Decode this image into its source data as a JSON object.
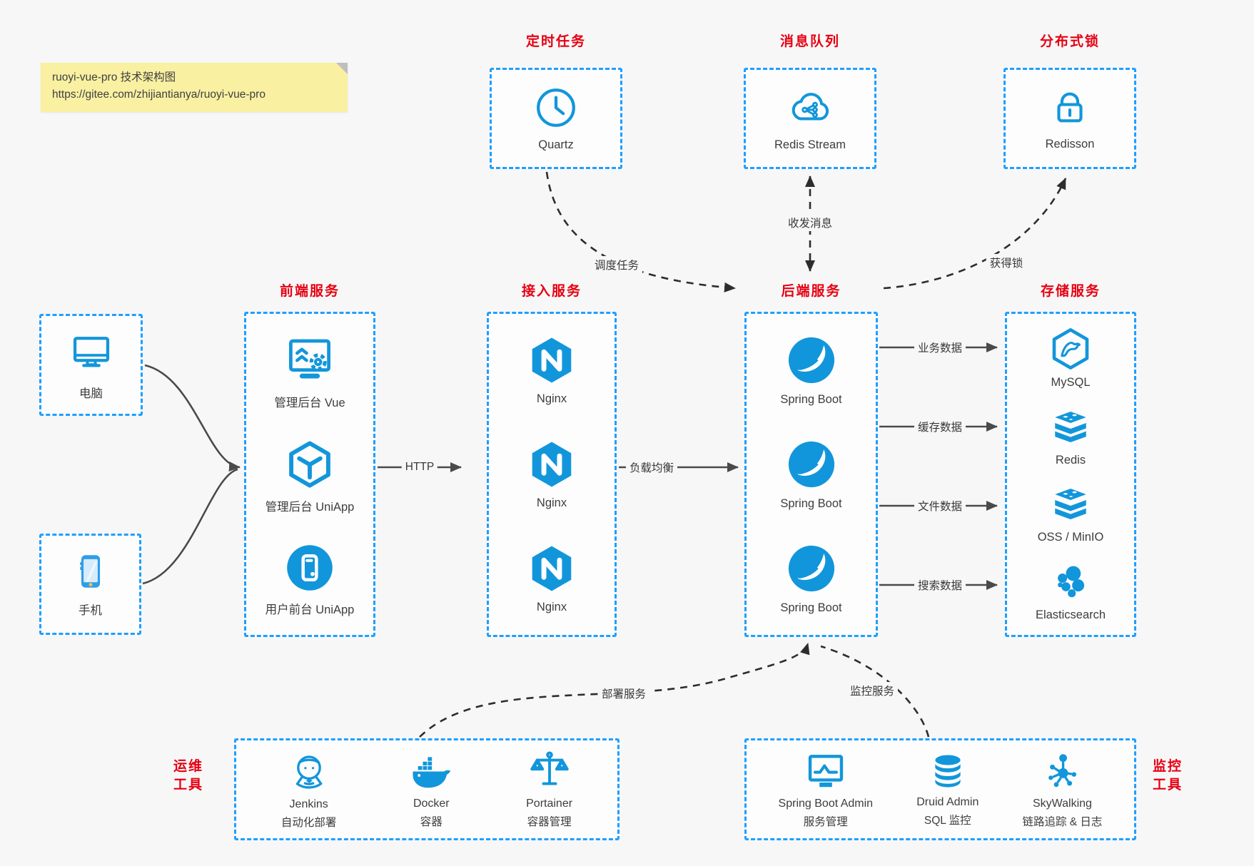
{
  "note": {
    "line1": "ruoyi-vue-pro 技术架构图",
    "line2": "https://gitee.com/zhijiantianya/ruoyi-vue-pro"
  },
  "top_groups": [
    {
      "title": "定时任务",
      "items": [
        {
          "icon": "clock-icon",
          "label": "Quartz"
        }
      ]
    },
    {
      "title": "消息队列",
      "items": [
        {
          "icon": "cloud-stream-icon",
          "label": "Redis Stream"
        }
      ]
    },
    {
      "title": "分布式锁",
      "items": [
        {
          "icon": "lock-icon",
          "label": "Redisson"
        }
      ]
    }
  ],
  "clients": [
    {
      "icon": "desktop-icon",
      "label": "电脑"
    },
    {
      "icon": "smartphone-icon",
      "label": "手机"
    }
  ],
  "columns": [
    {
      "title": "前端服务",
      "items": [
        {
          "icon": "admin-vue-icon",
          "label": "管理后台 Vue"
        },
        {
          "icon": "uniapp-cube-icon",
          "label": "管理后台 UniApp"
        },
        {
          "icon": "user-app-icon",
          "label": "用户前台 UniApp"
        }
      ]
    },
    {
      "title": "接入服务",
      "items": [
        {
          "icon": "nginx-icon",
          "label": "Nginx"
        },
        {
          "icon": "nginx-icon",
          "label": "Nginx"
        },
        {
          "icon": "nginx-icon",
          "label": "Nginx"
        }
      ]
    },
    {
      "title": "后端服务",
      "items": [
        {
          "icon": "spring-boot-icon",
          "label": "Spring Boot"
        },
        {
          "icon": "spring-boot-icon",
          "label": "Spring Boot"
        },
        {
          "icon": "spring-boot-icon",
          "label": "Spring Boot"
        }
      ]
    },
    {
      "title": "存储服务",
      "items": [
        {
          "icon": "mysql-icon",
          "label": "MySQL"
        },
        {
          "icon": "redis-icon",
          "label": "Redis"
        },
        {
          "icon": "oss-icon",
          "label": "OSS / MinIO"
        },
        {
          "icon": "elasticsearch-icon",
          "label": "Elasticsearch"
        }
      ]
    }
  ],
  "bottom_groups": [
    {
      "side_label": {
        "line1": "运维",
        "line2": "工具"
      },
      "items": [
        {
          "icon": "jenkins-icon",
          "label": "Jenkins",
          "sublabel": "自动化部署"
        },
        {
          "icon": "docker-icon",
          "label": "Docker",
          "sublabel": "容器"
        },
        {
          "icon": "portainer-icon",
          "label": "Portainer",
          "sublabel": "容器管理"
        }
      ]
    },
    {
      "side_label": {
        "line1": "监控",
        "line2": "工具"
      },
      "items": [
        {
          "icon": "spring-boot-admin-icon",
          "label": "Spring Boot Admin",
          "sublabel": "服务管理"
        },
        {
          "icon": "druid-icon",
          "label": "Druid Admin",
          "sublabel": "SQL 监控"
        },
        {
          "icon": "skywalking-icon",
          "label": "SkyWalking",
          "sublabel": "链路追踪 & 日志"
        }
      ]
    }
  ],
  "edges": {
    "http": "HTTP",
    "load_balance": "负载均衡",
    "schedule_task": "调度任务",
    "send_receive_message": "收发消息",
    "acquire_lock": "获得锁",
    "business_data": "业务数据",
    "cache_data": "缓存数据",
    "file_data": "文件数据",
    "search_data": "搜索数据",
    "deploy_service": "部署服务",
    "monitor_service": "监控服务"
  },
  "colors": {
    "icon_blue": "#1296db",
    "border_blue": "#1e9fff",
    "title_red": "#e60012",
    "note_bg": "#f9f0a2",
    "solid_arrow": "#4a4a4a",
    "dashed_arrow": "#2d2d2d"
  }
}
